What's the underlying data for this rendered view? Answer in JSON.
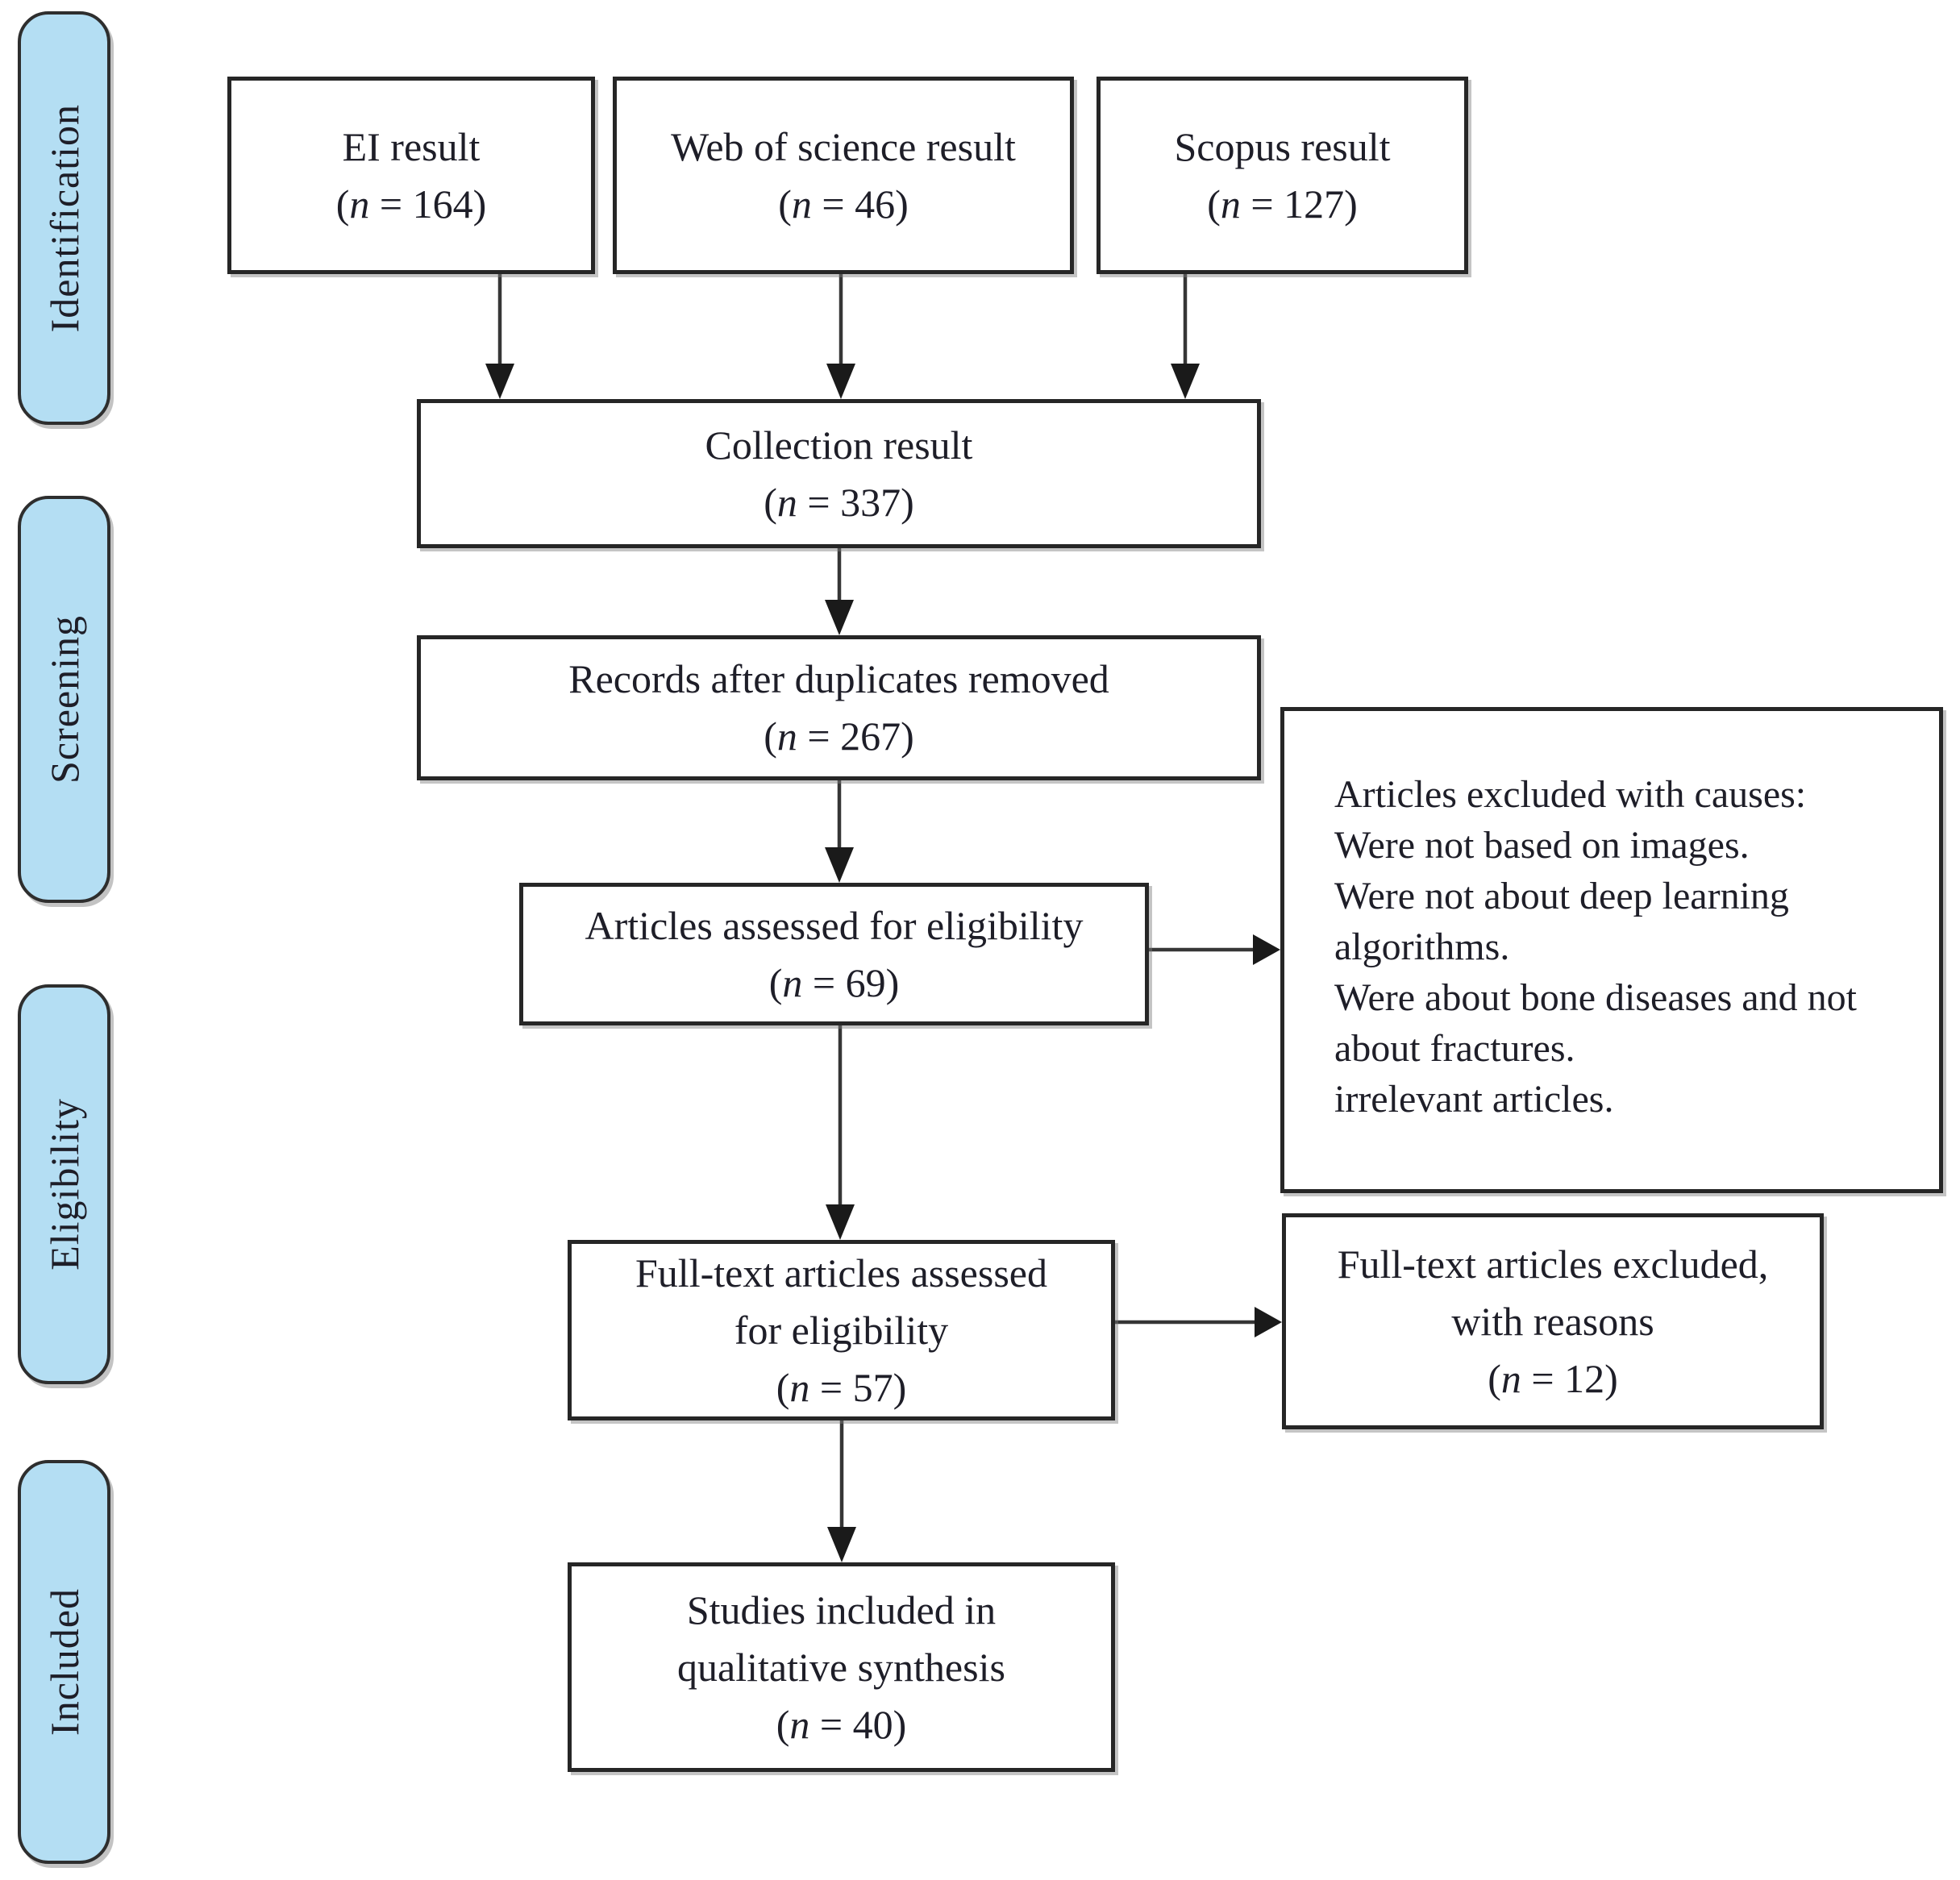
{
  "stages": [
    {
      "id": "identification",
      "label": "Identification"
    },
    {
      "id": "screening",
      "label": "Screening"
    },
    {
      "id": "eligibility",
      "label": "Eligibility"
    },
    {
      "id": "included",
      "label": "Included"
    }
  ],
  "nodes": {
    "ei": {
      "lines": [
        "EI result"
      ],
      "count": "(n = 164)"
    },
    "wos": {
      "lines": [
        "Web of science result"
      ],
      "count": "(n = 46)"
    },
    "scopus": {
      "lines": [
        "Scopus result"
      ],
      "count": "(n = 127)"
    },
    "collection": {
      "lines": [
        "Collection result"
      ],
      "count": "(n = 337)"
    },
    "records": {
      "lines": [
        "Records after duplicates removed"
      ],
      "count": "(n = 267)"
    },
    "articles": {
      "lines": [
        "Articles assessed for eligibility"
      ],
      "count": "(n = 69)"
    },
    "fulltext": {
      "lines": [
        "Full-text articles assessed",
        "for eligibility"
      ],
      "count": "(n = 57)"
    },
    "studies": {
      "lines": [
        "Studies included in",
        "qualitative synthesis"
      ],
      "count": "(n = 40)"
    },
    "ft_excluded": {
      "lines": [
        "Full-text articles excluded,",
        "with reasons"
      ],
      "count": "(n = 12)"
    },
    "causes": {
      "lines": [
        "Articles excluded with causes:",
        "Were not based on images.",
        "Were not about deep learning",
        "algorithms.",
        "Were about bone diseases and not",
        "about fractures.",
        "irrelevant articles."
      ]
    }
  },
  "colors": {
    "stage_fill": "#b4def3",
    "stage_border": "#2e2e2e",
    "box_border": "#262626",
    "arrow": "#363636",
    "arrowhead": "#1a1a1a",
    "text": "#1e1e28"
  }
}
